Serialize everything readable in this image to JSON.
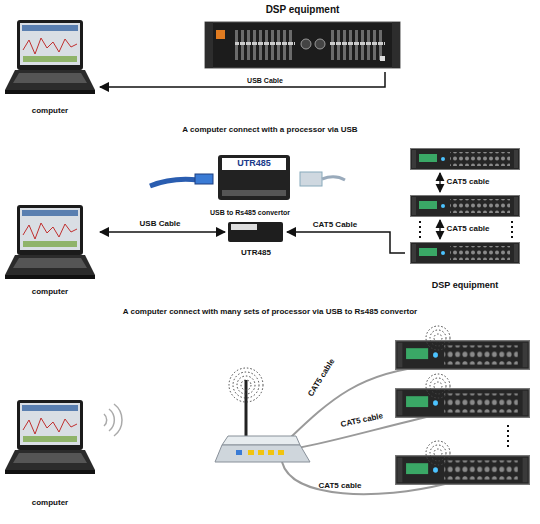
{
  "diagram": {
    "nodes": [
      {
        "text": [
          "computer"
        ]
      },
      {
        "text": [
          "DSP equipment"
        ]
      },
      {
        "text": [
          "computer"
        ]
      },
      {
        "text": [
          "UTR485"
        ]
      },
      {
        "text": [
          "DSP equipment"
        ]
      },
      {
        "text": [
          "computer"
        ]
      }
    ],
    "edges": [
      {
        "from": 1,
        "to": 0,
        "label": "USB Cable",
        "arrow": "to"
      },
      {
        "from": 2,
        "to": 3,
        "label": "USB Cable",
        "arrow": "both"
      },
      {
        "from": 4,
        "to": 3,
        "label": "CAT5 Cable",
        "arrow": "to"
      }
    ],
    "labels": [
      "A computer connect with a processor via USB",
      "UTR485",
      "USB to Rs485 convertor",
      "CAT5 cable",
      "CAT5 cable",
      "A computer connect with many sets of processor via USB to Rs485 convertor",
      "CAT5 cable",
      "CAT5 cable",
      "CAT5 cable"
    ]
  }
}
